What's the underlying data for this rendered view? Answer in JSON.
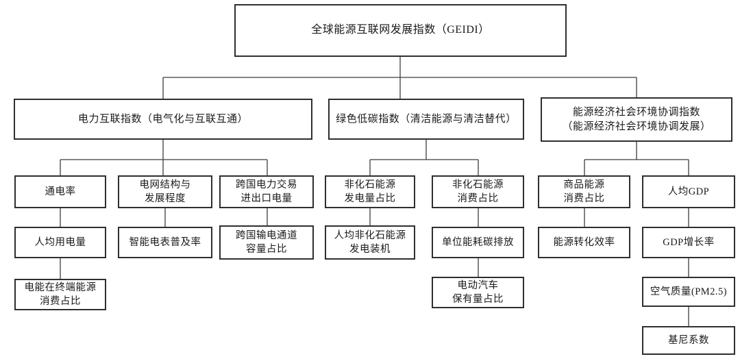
{
  "diagram": {
    "type": "hierarchy-tree",
    "root": "全球能源互联网发展指数（GEIDI）",
    "branches": [
      {
        "label": "电力互联指数（电气化与互联互通）",
        "columns": [
          {
            "levels": [
              "通电率",
              "人均用电量",
              "电能在终端能源\n消费占比"
            ]
          },
          {
            "levels": [
              "电网结构与\n发展程度",
              "智能电表普及率"
            ]
          },
          {
            "levels": [
              "跨国电力交易\n进出口电量",
              "跨国输电通道\n容量占比"
            ]
          }
        ]
      },
      {
        "label": "绿色低碳指数（清洁能源与清洁替代）",
        "columns": [
          {
            "levels": [
              "非化石能源\n发电量占比",
              "人均非化石能源\n发电装机"
            ]
          },
          {
            "levels": [
              "非化石能源\n消费占比",
              "单位能耗碳排放",
              "电动汽车\n保有量占比"
            ]
          }
        ]
      },
      {
        "label": "能源经济社会环境协调指数\n（能源经济社会环境协调发展）",
        "columns": [
          {
            "levels": [
              "商品能源\n消费占比",
              "能源转化效率"
            ]
          },
          {
            "levels": [
              "人均GDP",
              "GDP增长率",
              "空气质量(PM2.5)",
              "基尼系数"
            ]
          }
        ]
      }
    ],
    "colors": {
      "background": "#ffffff",
      "box_border": "#2e2e2e",
      "connector_line": "#3c3c3c",
      "text": "#1a1a1a"
    }
  }
}
